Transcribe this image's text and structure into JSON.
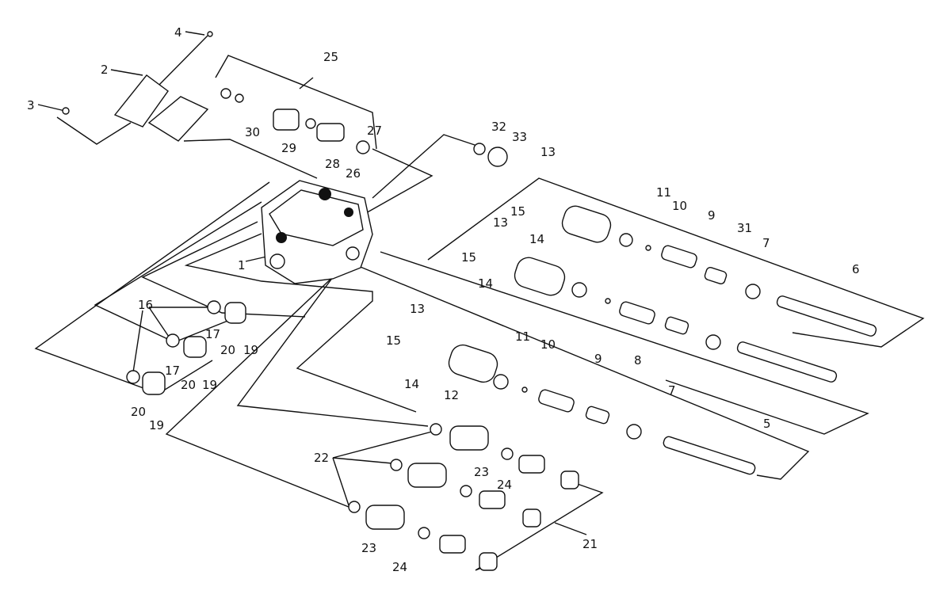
{
  "diagram": {
    "labels": {
      "l1": "1",
      "l2": "2",
      "l3": "3",
      "l4": "4",
      "l5": "5",
      "l6": "6",
      "l7a": "7",
      "l7b": "7",
      "l8": "8",
      "l9a": "9",
      "l9b": "9",
      "l10a": "10",
      "l10b": "10",
      "l11a": "11",
      "l11b": "11",
      "l12": "12",
      "l13a": "13",
      "l13b": "13",
      "l13c": "13",
      "l14a": "14",
      "l14b": "14",
      "l14c": "14",
      "l15a": "15",
      "l15b": "15",
      "l15c": "15",
      "l16": "16",
      "l17a": "17",
      "l17b": "17",
      "l19a": "19",
      "l19b": "19",
      "l19c": "19",
      "l20a": "20",
      "l20b": "20",
      "l20c": "20",
      "l21": "21",
      "l22": "22",
      "l23a": "23",
      "l23b": "23",
      "l24a": "24",
      "l24b": "24",
      "l25": "25",
      "l26": "26",
      "l27": "27",
      "l28": "28",
      "l29": "29",
      "l30": "30",
      "l31": "31",
      "l32": "32",
      "l33": "33"
    }
  }
}
